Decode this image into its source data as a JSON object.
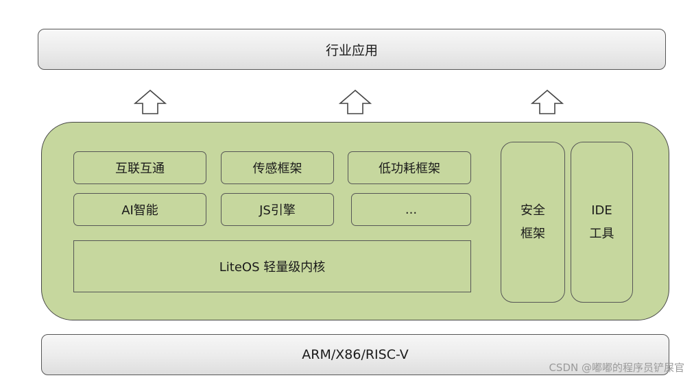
{
  "top_bar": {
    "label": "行业应用"
  },
  "bottom_bar": {
    "label": "ARM/X86/RISC-V"
  },
  "modules": {
    "interconnect": "互联互通",
    "sensor": "传感框架",
    "low_power": "低功耗框架",
    "ai": "AI智能",
    "js_engine": "JS引擎",
    "more": "...",
    "kernel": "LiteOS 轻量级内核"
  },
  "side": {
    "security_line1": "安全",
    "security_line2": "框架",
    "ide_line1": "IDE",
    "ide_line2": "工具"
  },
  "arrows": [
    "up-arrow-icon",
    "up-arrow-icon",
    "up-arrow-icon"
  ],
  "colors": {
    "panel_green": "#c6d79e",
    "bar_gray": "#ebebeb",
    "border": "#555555"
  },
  "watermark": "CSDN @嘟嘟的程序员铲屎官"
}
